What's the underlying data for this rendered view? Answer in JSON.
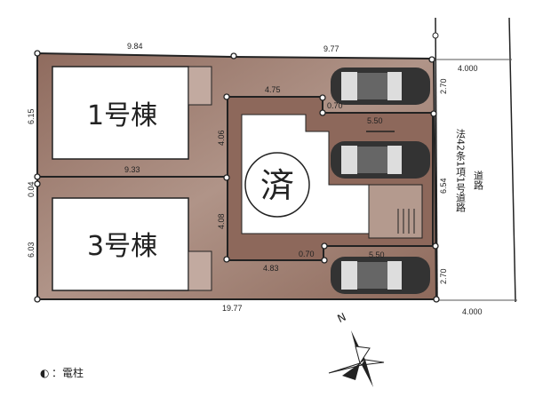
{
  "buildings": [
    {
      "label": "1号棟"
    },
    {
      "label": "3号棟"
    }
  ],
  "sold_mark": "済",
  "dimensions": {
    "top_left": "9.84",
    "top_right": "9.77",
    "left_upper": "6.15",
    "left_gap": "0.04",
    "left_lower": "6.03",
    "middle_horizontal": "9.33",
    "bottom": "19.77",
    "inner_top": "4.75",
    "inner_upper_vertical": "4.06",
    "inner_lower_vertical": "4.08",
    "inner_bottom": "4.83",
    "notch_top": "0.70",
    "notch_bottom": "0.70",
    "parking_top": "5.50",
    "parking_bottom": "5.50",
    "right_top": "2.70",
    "right_middle": "6.54",
    "right_bottom": "2.70",
    "road_width_top": "4.000",
    "road_width_bottom": "4.000"
  },
  "road": {
    "label_main": "法42条1項1号道路",
    "label_side": "道路"
  },
  "compass": {
    "north_label": "N"
  },
  "legend": {
    "symbol": "◐",
    "text": "：電柱"
  },
  "colors": {
    "lot": "#9a786b",
    "outline": "#222222"
  }
}
